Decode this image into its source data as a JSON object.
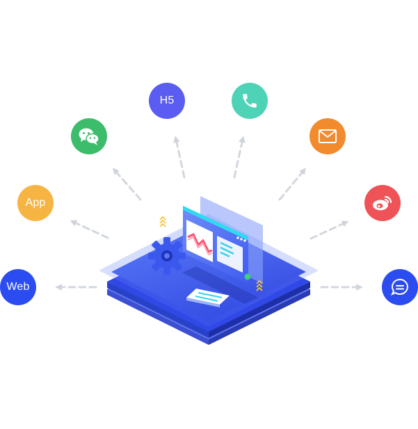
{
  "channels": {
    "web": {
      "label": "Web",
      "color": "#2b4cf0"
    },
    "app": {
      "label": "App",
      "color": "#f6b443"
    },
    "wechat": {
      "color": "#3dbd6b",
      "icon": "wechat-icon"
    },
    "h5": {
      "label": "H5",
      "color": "#5a5cf2"
    },
    "phone": {
      "color": "#4fd3b7",
      "icon": "phone-icon"
    },
    "mail": {
      "color": "#f28a2e",
      "icon": "mail-icon"
    },
    "weibo": {
      "color": "#ef5357",
      "icon": "weibo-icon"
    },
    "message": {
      "color": "#2b4cf0",
      "icon": "chat-bubble-icon"
    }
  },
  "center": {
    "icon": "server-platform-icon",
    "accent": "#2f53e8"
  }
}
